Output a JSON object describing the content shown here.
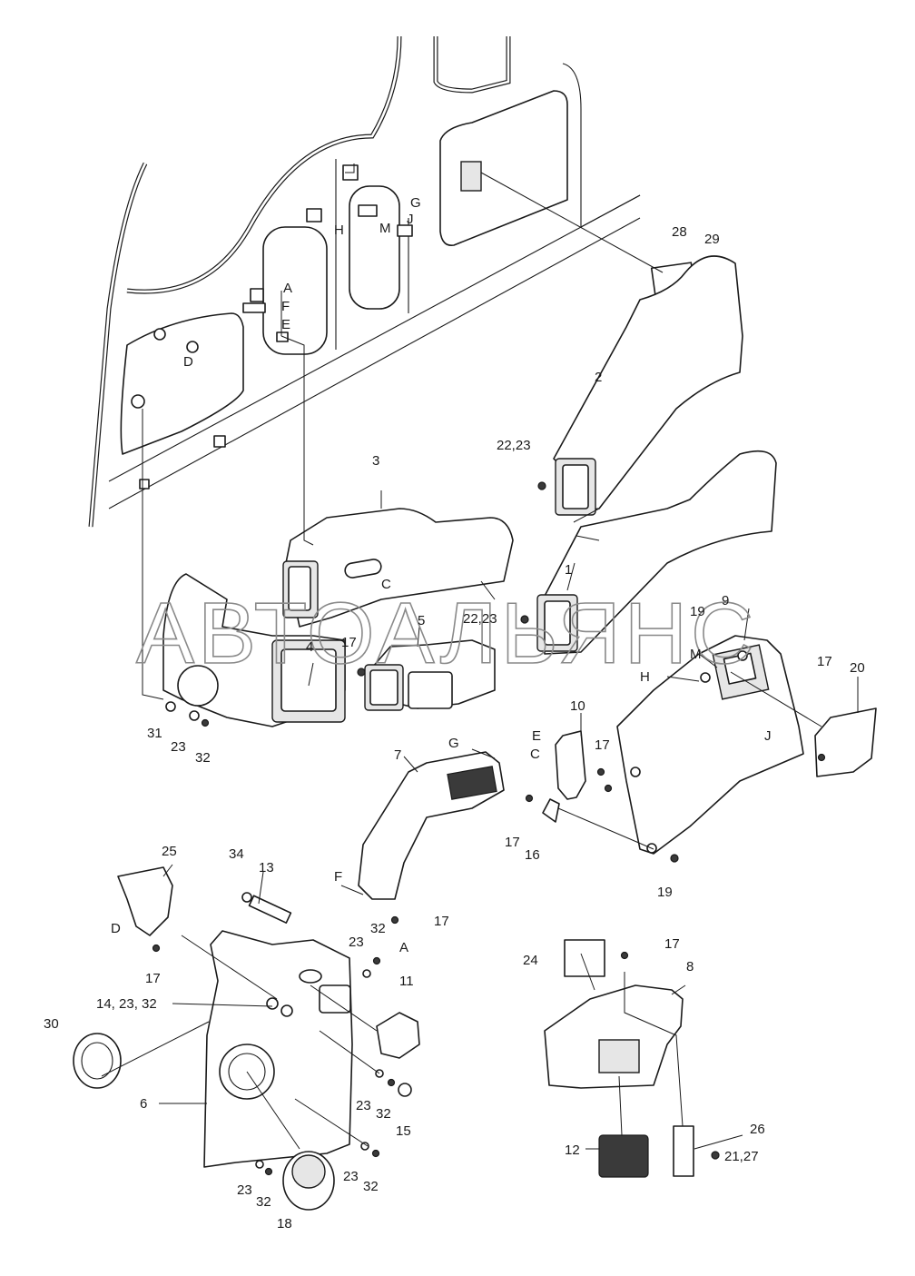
{
  "watermark": "АВТОАЛЬЯНС",
  "labels": {
    "p1": "1",
    "p2": "2",
    "p3": "3",
    "p4": "4",
    "p5": "5",
    "p6": "6",
    "p7": "7",
    "p8": "8",
    "p9": "9",
    "p10": "10",
    "p11": "11",
    "p12": "12",
    "p13": "13",
    "p14_23_32": "14, 23, 32",
    "p15": "15",
    "p16": "16",
    "p17a": "17",
    "p17b": "17",
    "p17c": "17",
    "p17d": "17",
    "p17e": "17",
    "p17f": "17",
    "p17g": "17",
    "p18": "18",
    "p19a": "19",
    "p19b": "19",
    "p20": "20",
    "p21_27": "21,27",
    "p22_23a": "22,23",
    "p22_23b": "22,23",
    "p23a": "23",
    "p23b": "23",
    "p23c": "23",
    "p23d": "23",
    "p23e": "23",
    "p23f": "23",
    "p24": "24",
    "p25": "25",
    "p26": "26",
    "p28": "28",
    "p29": "29",
    "p30": "30",
    "p31": "31",
    "p32a": "32",
    "p32b": "32",
    "p32c": "32",
    "p32d": "32",
    "p32e": "32",
    "p32f": "32",
    "p34": "34",
    "refA1": "A",
    "refA2": "A",
    "refC1": "C",
    "refC2": "C",
    "refD1": "D",
    "refD2": "D",
    "refE1": "E",
    "refE2": "E",
    "refF1": "F",
    "refF2": "F",
    "refG1": "G",
    "refG2": "G",
    "refH1": "H",
    "refH2": "H",
    "refJ1": "J",
    "refJ2": "J",
    "refM1": "M",
    "refM2": "M"
  }
}
